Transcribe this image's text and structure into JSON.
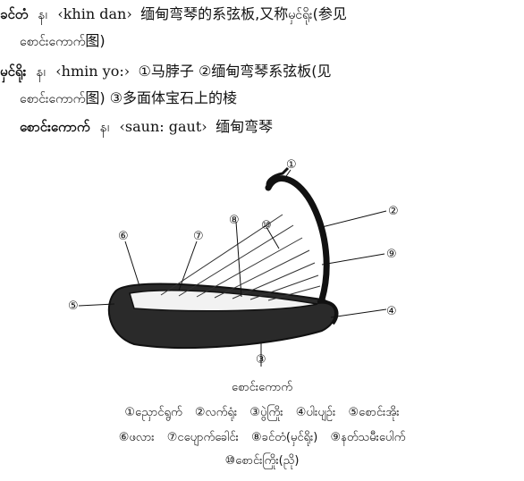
{
  "entries": [
    {
      "headword": "ခင်တံ",
      "pos": "န၊",
      "pron": "‹khin dan›",
      "definition_a": "缅甸弯琴的系弦板,又称",
      "definition_mm": "မှင်ရိုး",
      "definition_b": "(参见",
      "continuation_mm": "စောင်းကောက်",
      "continuation_b": "图)"
    },
    {
      "headword": "မှင်ရိုး",
      "pos": "န၊",
      "pron": "‹hmin yo:›",
      "definition_a": "①马脖子 ②缅甸弯琴系弦板(见",
      "continuation_mm": "စောင်းကောက်",
      "continuation_b": "图) ③多面体宝石上的棱"
    },
    {
      "headword": "စောင်းကောက်",
      "pos": "န၊",
      "pron": "‹saun: gaut›",
      "definition_a": "缅甸弯琴"
    }
  ],
  "figure": {
    "numbers": [
      "①",
      "②",
      "③",
      "④",
      "⑤",
      "⑥",
      "⑦",
      "⑧",
      "⑨",
      "⑩"
    ],
    "caption_title": "စောင်းကောက်",
    "caption_line1": [
      "①ညှောင်ရွက်",
      "②လက်ရုံး",
      "③ပွဲကြိုး",
      "④ပါးပျဉ်း",
      "⑤စောင်းအိုး"
    ],
    "caption_line2": [
      "⑥ဖလား",
      "⑦ငပျောက်ခေါင်း",
      "⑧ခင်တံ(မှင်ရိုး)",
      "⑨နတ်သမီးပေါက်"
    ],
    "caption_line3": [
      "⑩စောင်းကြိုး(ညို)"
    ]
  }
}
